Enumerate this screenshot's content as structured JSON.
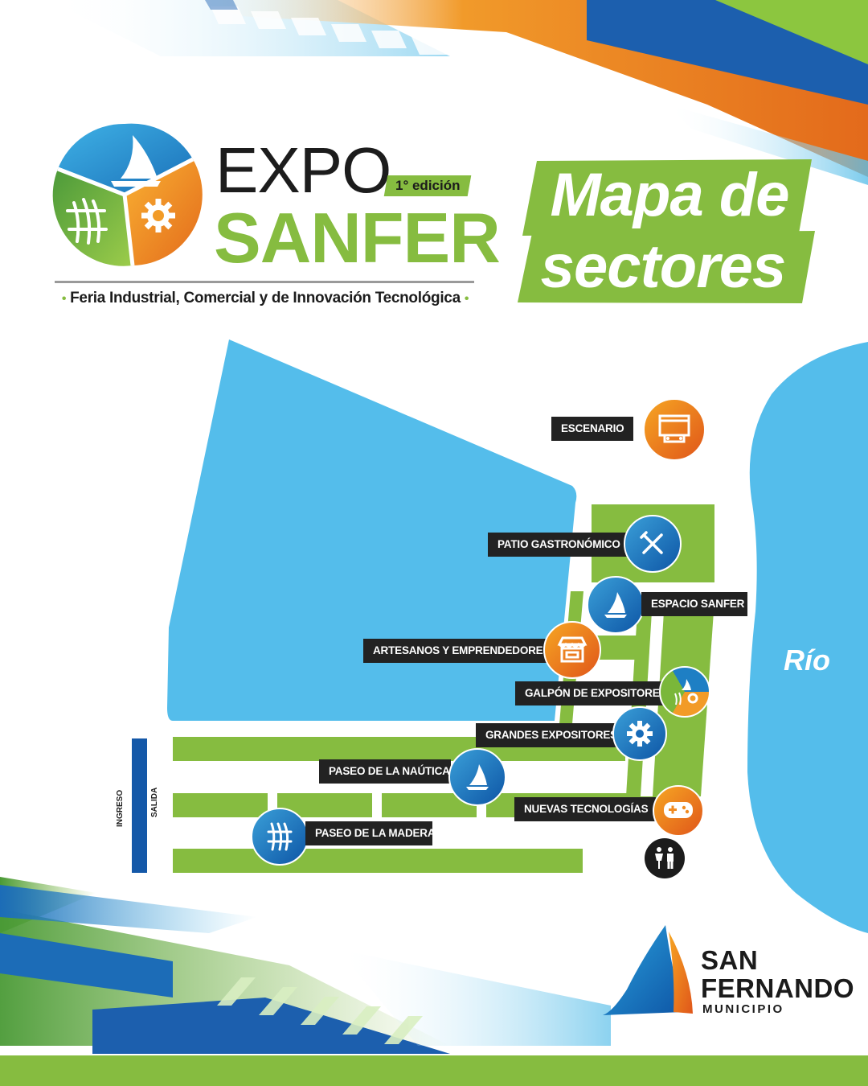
{
  "header": {
    "logo_expo": "EXPO",
    "logo_sanfer": "SANFER",
    "edition": "1° edición",
    "tagline": "Feria Industrial, Comercial y de Innovación Tecnológica"
  },
  "title": {
    "line1": "Mapa de",
    "line2": "sectores"
  },
  "map": {
    "river_label": "Río",
    "entry_label": "INGRESO",
    "exit_label": "SALIDA",
    "sectors": [
      {
        "label": "ESCENARIO",
        "icon": "stage-icon",
        "color": "orange"
      },
      {
        "label": "PATIO GASTRONÓMICO",
        "icon": "fork-knife-icon",
        "color": "blue"
      },
      {
        "label": "ESPACIO SANFER",
        "icon": "sailboat-icon",
        "color": "blue"
      },
      {
        "label": "ARTESANOS Y EMPRENDEDORES",
        "icon": "market-stall-icon",
        "color": "orange"
      },
      {
        "label": "GALPÓN DE EXPOSITORES",
        "icon": "expo-logo-icon",
        "color": "orange"
      },
      {
        "label": "GRANDES EXPOSITORES",
        "icon": "gear-icon",
        "color": "blue"
      },
      {
        "label": "PASEO DE LA NAÚTICA",
        "icon": "sailboat-icon",
        "color": "blue"
      },
      {
        "label": "NUEVAS TECNOLOGÍAS",
        "icon": "gamepad-icon",
        "color": "orange"
      },
      {
        "label": "PASEO DE LA MADERA",
        "icon": "wood-icon",
        "color": "blue"
      }
    ],
    "restroom_icon": "restroom-icon"
  },
  "footer": {
    "municipality_line1": "SAN",
    "municipality_line2": "FERNANDO",
    "municipality_sub": "MUNICIPIO"
  },
  "colors": {
    "green": "#86bc40",
    "lake_blue": "#54bdeb",
    "dark_blue": "#0e56a6",
    "orange": "#ef7d1a",
    "label_bg": "#222222"
  }
}
